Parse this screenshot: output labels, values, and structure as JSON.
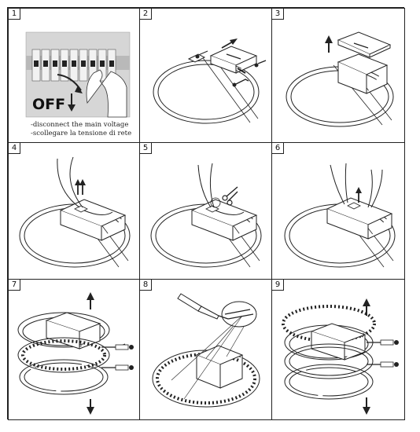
{
  "steps": [
    {
      "number": "1",
      "caption_en": "-disconnect the main voltage",
      "caption_it": "-scollegare la tensione di rete",
      "switch_label": "OFF"
    },
    {
      "number": "2"
    },
    {
      "number": "3"
    },
    {
      "number": "4"
    },
    {
      "number": "5"
    },
    {
      "number": "6"
    },
    {
      "number": "7"
    },
    {
      "number": "8"
    },
    {
      "number": "9"
    }
  ],
  "colors": {
    "line": "#222222",
    "panel_bg": "#ffffff",
    "breaker_bg": "#cfcfcf"
  }
}
